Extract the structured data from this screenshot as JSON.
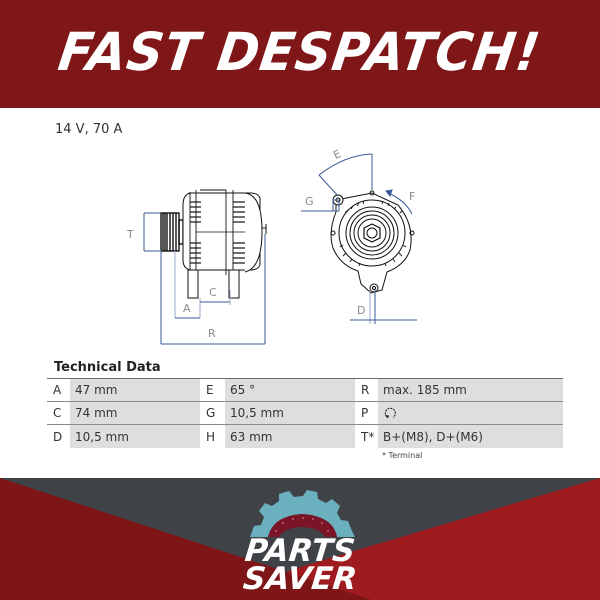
{
  "banner": {
    "headline": "FAST DESPATCH!",
    "background_color": "#7f1718",
    "text_color": "#ffffff"
  },
  "product": {
    "rating": "14 V, 70 A"
  },
  "diagram": {
    "side_view_labels": [
      "T",
      "A",
      "C",
      "R"
    ],
    "front_view_labels": [
      "E",
      "F",
      "G",
      "D"
    ],
    "dimension_line_color": "#3a5a9a"
  },
  "technical_data": {
    "title": "Technical Data",
    "rows": [
      [
        {
          "label": "A",
          "value": "47 mm"
        },
        {
          "label": "E",
          "value": "65 °"
        },
        {
          "label": "R",
          "value": "max. 185 mm"
        }
      ],
      [
        {
          "label": "C",
          "value": "74 mm"
        },
        {
          "label": "G",
          "value": "10,5 mm"
        },
        {
          "label": "P",
          "value": "",
          "icon": "rotation-direction-icon"
        }
      ],
      [
        {
          "label": "D",
          "value": "10,5 mm"
        },
        {
          "label": "H",
          "value": "63 mm"
        },
        {
          "label": "T*",
          "value": "B+(M8), D+(M6)"
        }
      ]
    ],
    "footnote": "* Terminal",
    "value_cell_color": "#dedede"
  },
  "footer": {
    "logo_line1": "PARTS",
    "logo_line2": "SAVER",
    "logo_icon": "gear-icon",
    "colors": {
      "gray": "#3f4347",
      "red_dark": "#7e1617",
      "red_light": "#9e1b1f",
      "gear_teal": "#6ab0bf",
      "gear_inner": "#7a1426"
    }
  }
}
